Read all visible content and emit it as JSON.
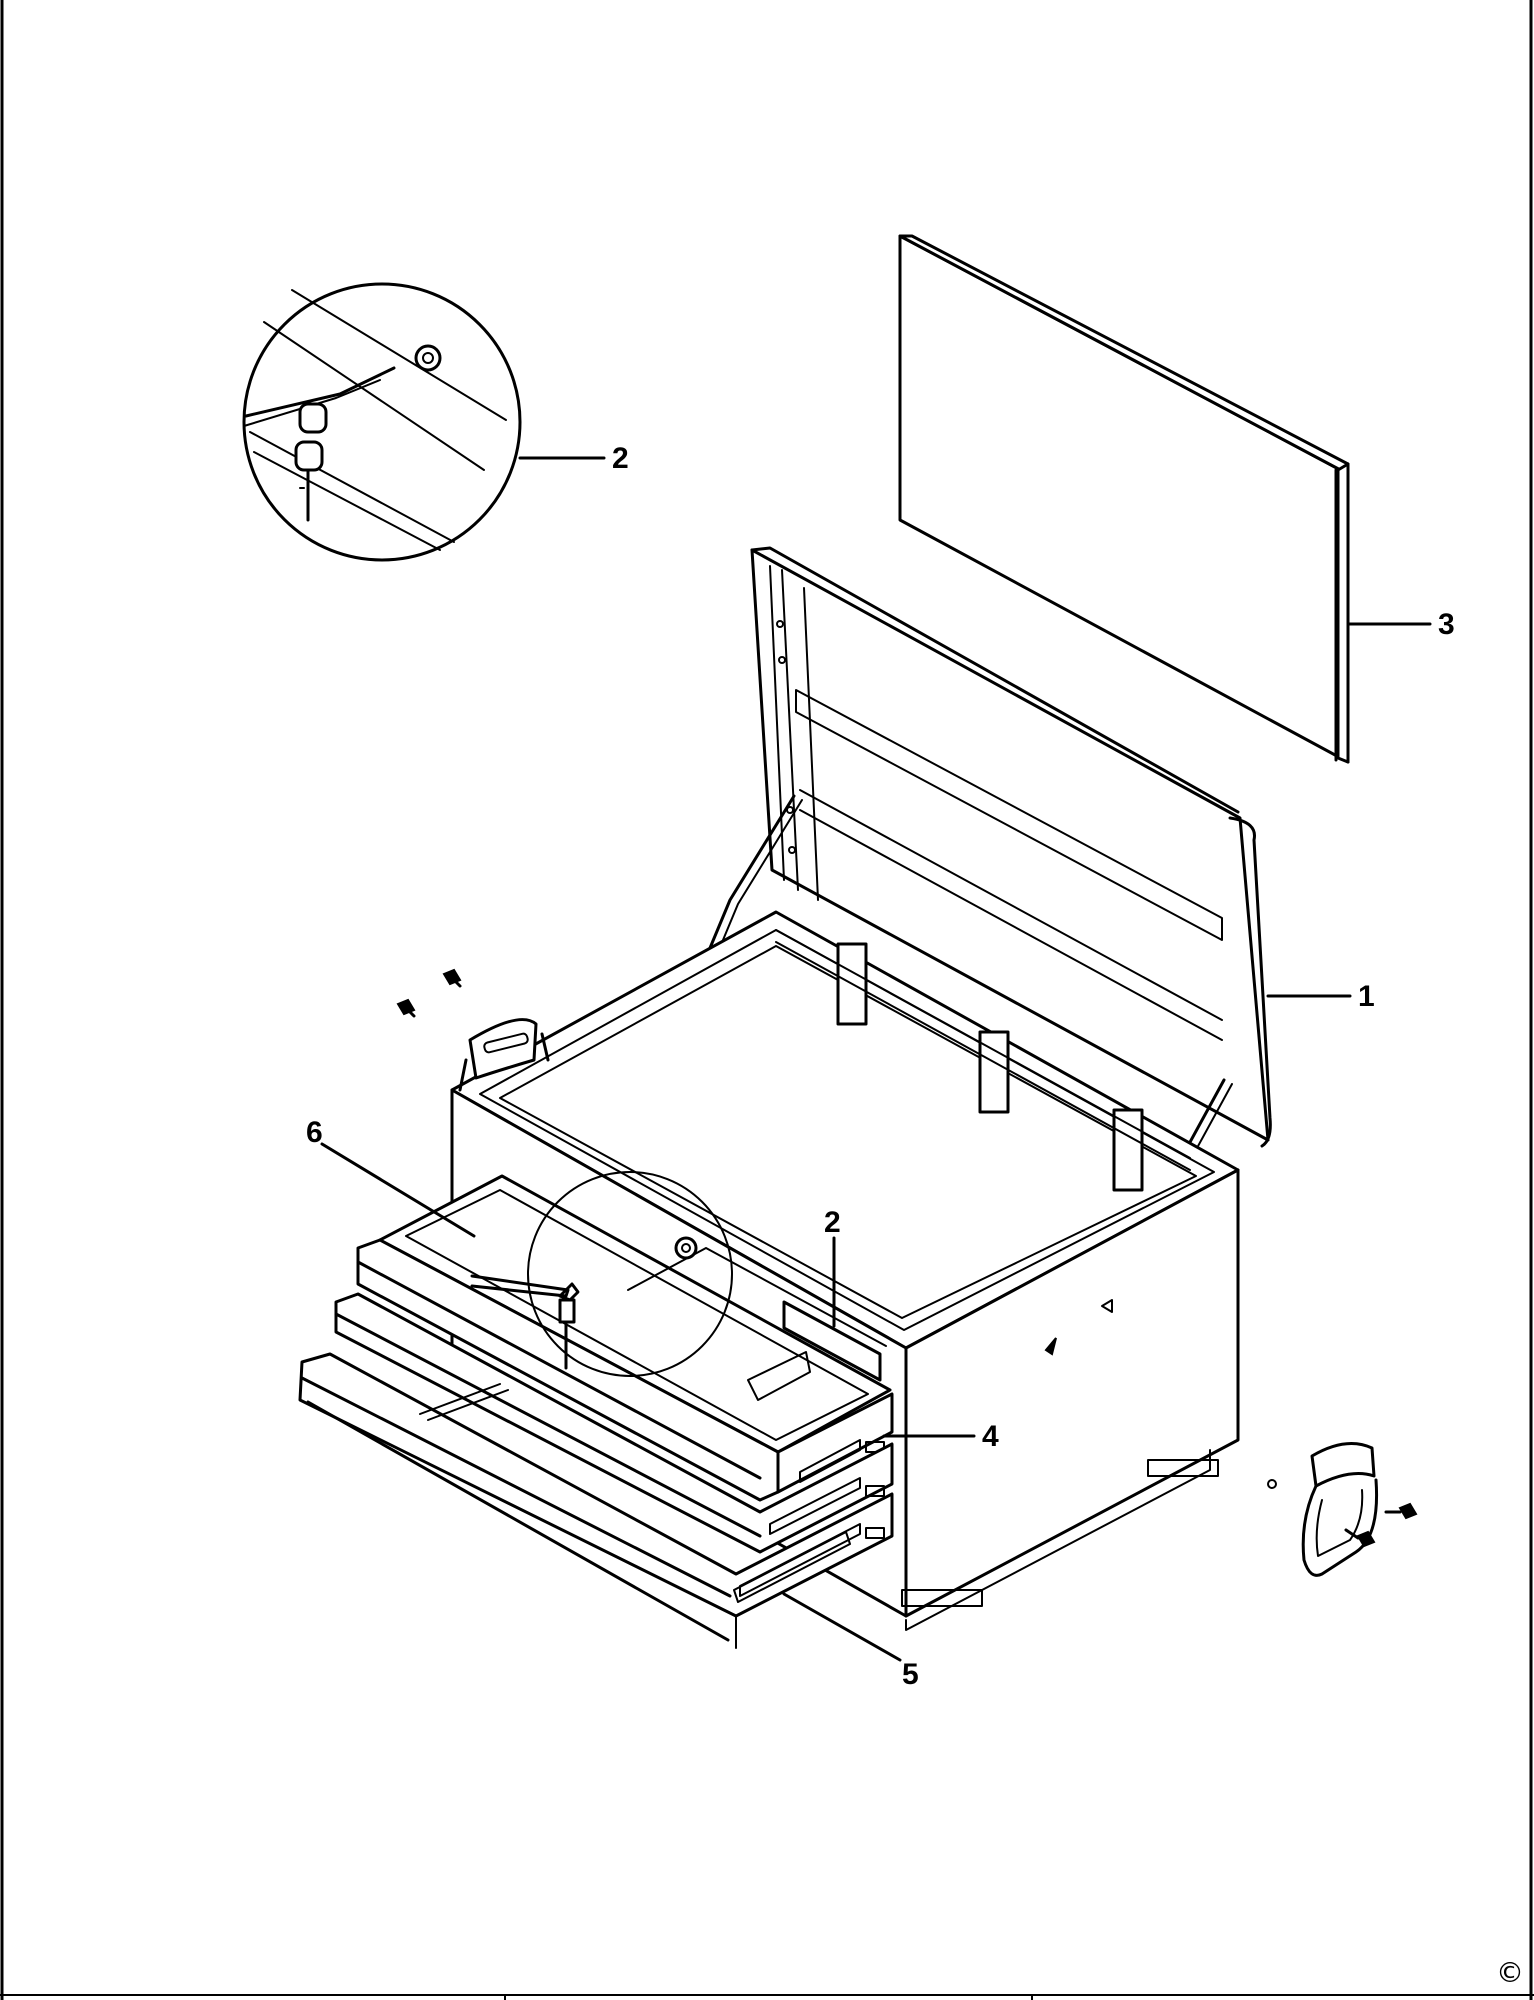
{
  "callouts": [
    {
      "id": "1",
      "label": "1"
    },
    {
      "id": "2a",
      "label": "2"
    },
    {
      "id": "2b",
      "label": "2"
    },
    {
      "id": "3",
      "label": "3"
    },
    {
      "id": "4",
      "label": "4"
    },
    {
      "id": "5",
      "label": "5"
    },
    {
      "id": "6",
      "label": "6"
    }
  ],
  "copyright_symbol": "©",
  "parts": [
    "chest-body",
    "lock-and-keys",
    "lid-mat",
    "drawer",
    "drawer-slide",
    "drawer-liner"
  ]
}
